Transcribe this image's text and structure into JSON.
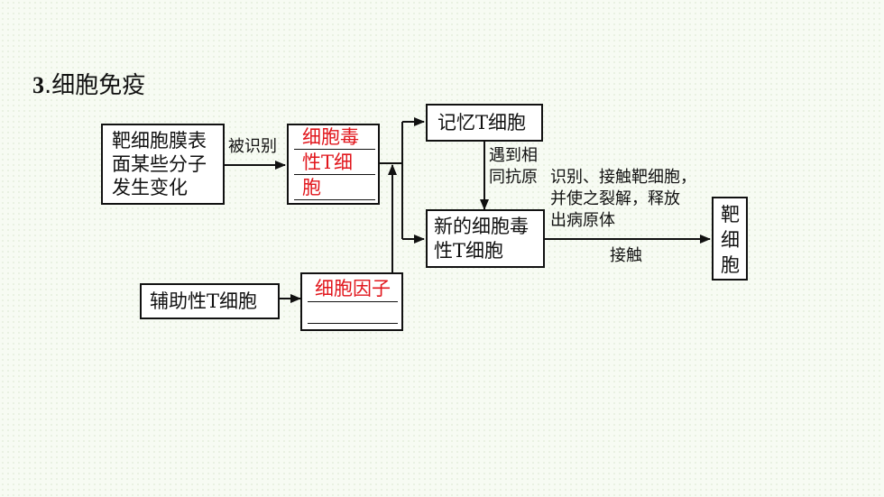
{
  "heading": {
    "number": "3",
    "title": ".细胞免疫"
  },
  "nodes": {
    "target_cell_change": {
      "lines": [
        "靶细胞膜表",
        "面某些分子",
        "发生变化"
      ]
    },
    "cytotoxic_t": {
      "answer_lines": [
        "细胞毒",
        "性T细",
        "胞"
      ]
    },
    "helper_t": {
      "label": "辅助性T细胞"
    },
    "cytokine": {
      "answer": "细胞因子"
    },
    "memory_t": {
      "label": "记忆T细胞"
    },
    "new_cytotoxic_t": {
      "lines": [
        "新的细胞毒",
        "性T细胞"
      ]
    },
    "target_cell": {
      "chars": [
        "靶",
        "细",
        "胞"
      ]
    }
  },
  "edge_labels": {
    "recognized": "被识别",
    "same_antigen": [
      "遇到相",
      "同抗原"
    ],
    "recognize_contact": [
      "识别、接触靶细胞，",
      "并使之裂解，释放",
      "出病原体"
    ],
    "contact": "接触"
  }
}
